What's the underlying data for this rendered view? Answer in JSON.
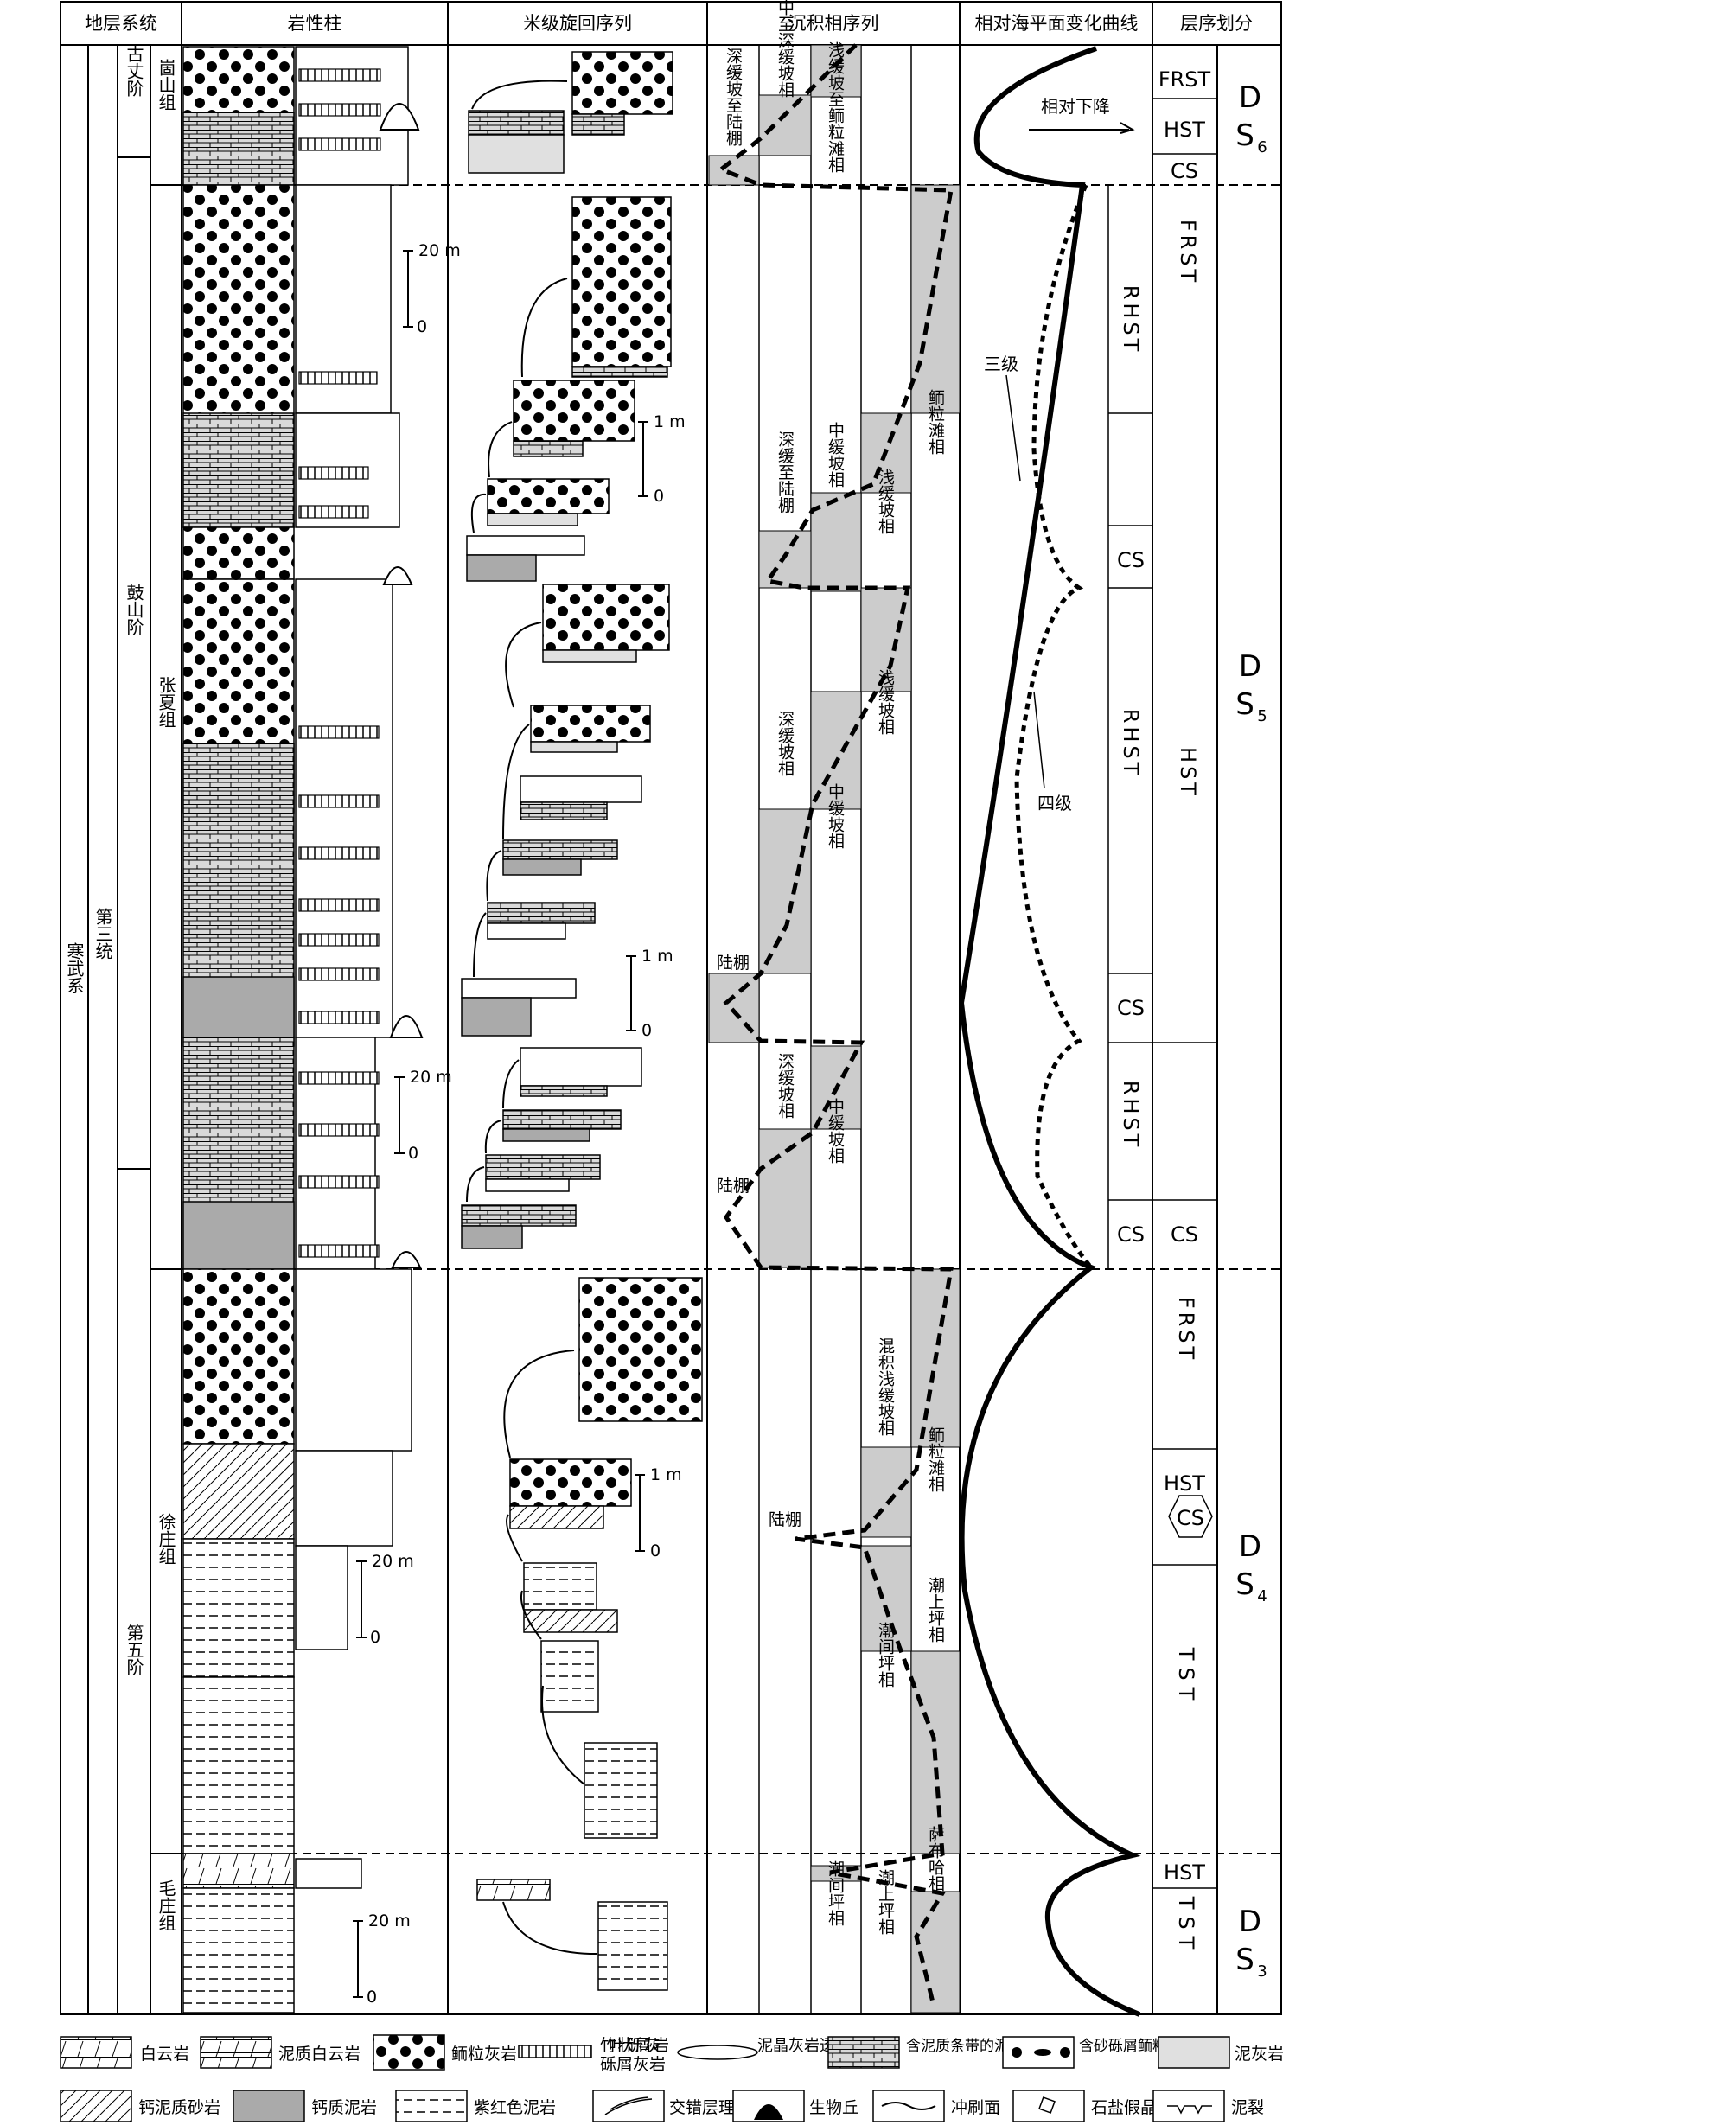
{
  "headers": {
    "stratigraphy": "地层系统",
    "lithology": "岩性柱",
    "cycles": "米级旋回序列",
    "facies": "沉积相序列",
    "sealevel": "相对海平面变化曲线",
    "sequence": "层序划分"
  },
  "strat": {
    "system": "寒武系",
    "series": "第三统",
    "stage_gz": "古丈阶",
    "stage_gs": "鼓山阶",
    "stage_d5": "第五阶",
    "fm_gs": "崮山组",
    "fm_zx": "张夏组",
    "fm_xz": "徐庄组",
    "fm_mz": "毛庄组"
  },
  "scales": {
    "m20": "20 m",
    "m1": "1 m",
    "zero": "0"
  },
  "facies_labels": {
    "zsxhpx": "中至深缓坡相",
    "shpzlp": "深缓坡至陆棚",
    "qhpzxltx": "浅缓坡至鲕粒滩相",
    "xltx": "鲕粒滩相",
    "shpzlp2": "深缓至陆棚",
    "zhpx": "中缓坡相",
    "qhpx": "浅缓坡相",
    "shpx": "深缓坡相",
    "lp": "陆棚",
    "hjqhpx": "混积浅缓坡相",
    "csppx": "潮上坪相",
    "cjpx": "潮间坪相",
    "sbhx": "萨布哈相"
  },
  "sealevel": {
    "relative_fall": "相对下降",
    "third_order": "三级",
    "fourth_order": "四级"
  },
  "sequences": {
    "ds6": {
      "d": "D",
      "s": "S",
      "sub": "6"
    },
    "ds5": {
      "d": "D",
      "s": "S",
      "sub": "5"
    },
    "ds4": {
      "d": "D",
      "s": "S",
      "sub": "4"
    },
    "ds3": {
      "d": "D",
      "s": "S",
      "sub": "3"
    },
    "tracts": {
      "frst": "FRST",
      "hst": "HST",
      "cs": "CS",
      "tst": "TST",
      "rhst": "RHST"
    }
  },
  "legend": [
    {
      "label": "白云岩"
    },
    {
      "label": "泥质白云岩"
    },
    {
      "label": "鲕粒灰岩"
    },
    {
      "label": "竹叶状砾屑灰岩"
    },
    {
      "label": "泥晶灰岩透镜体"
    },
    {
      "label": "含泥质条带的泥晶灰岩"
    },
    {
      "label": "含砂砾屑鲕粒灰岩"
    },
    {
      "label": "泥灰岩"
    },
    {
      "label": "钙泥质砂岩"
    },
    {
      "label": "钙质泥岩"
    },
    {
      "label": "紫红色泥岩"
    },
    {
      "label": "交错层理"
    },
    {
      "label": "生物丘"
    },
    {
      "label": "冲刷面"
    },
    {
      "label": "石盐假晶"
    },
    {
      "label": "泥裂"
    }
  ]
}
